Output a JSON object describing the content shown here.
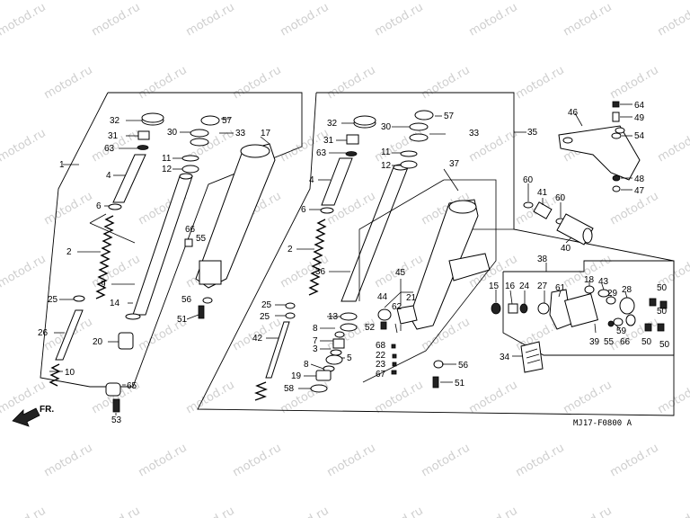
{
  "diagram_code": "MJ17-F0800 A",
  "direction_label": "FR.",
  "watermark_text": "motod.ru",
  "labels": {
    "l1": "1",
    "l2": "2",
    "l4": "4",
    "l6": "6",
    "l9": "9",
    "l10": "10",
    "l11": "11",
    "l12": "12",
    "l14": "14",
    "l17": "17",
    "l20": "20",
    "l25": "25",
    "l26": "26",
    "l30": "30",
    "l31": "31",
    "l32": "32",
    "l33": "33",
    "l51": "51",
    "l53": "53",
    "l55": "55",
    "l56": "56",
    "l57": "57",
    "l63": "63",
    "l65": "65",
    "l66": "66",
    "m2": "2",
    "m3": "3",
    "m4": "4",
    "m5": "5",
    "m6": "6",
    "m7": "7",
    "m8": "8",
    "m8b": "8",
    "m11": "11",
    "m12": "12",
    "m13": "13",
    "m19": "19",
    "m21": "21",
    "m22": "22",
    "m23": "23",
    "m25": "25",
    "m25b": "25",
    "m30": "30",
    "m31": "31",
    "m32": "32",
    "m33": "33",
    "m35": "35",
    "m36": "36",
    "m37": "37",
    "m42": "42",
    "m44": "44",
    "m45": "45",
    "m51": "51",
    "m52": "52",
    "m56": "56",
    "m57": "57",
    "m58": "58",
    "m62": "62",
    "m63": "63",
    "m67": "67",
    "m68": "68",
    "r15": "15",
    "r16": "16",
    "r18": "18",
    "r24": "24",
    "r27": "27",
    "r28": "28",
    "r29": "29",
    "r34": "34",
    "r38": "38",
    "r39": "39",
    "r40": "40",
    "r41": "41",
    "r43": "43",
    "r46": "46",
    "r47": "47",
    "r48": "48",
    "r49": "49",
    "r50a": "50",
    "r50b": "50",
    "r50c": "50",
    "r50d": "50",
    "r54": "54",
    "r55": "55",
    "r59": "59",
    "r60a": "60",
    "r60b": "60",
    "r61": "61",
    "r64": "64",
    "r66": "66"
  }
}
